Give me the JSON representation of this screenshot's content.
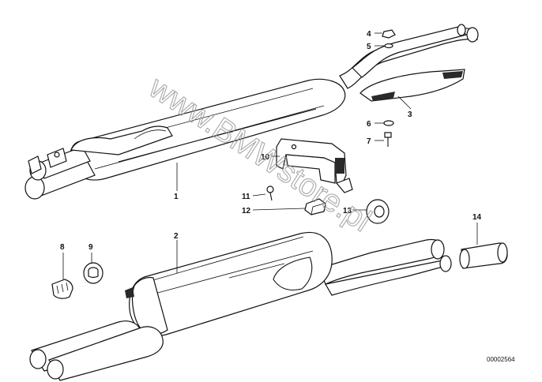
{
  "diagram": {
    "drawing_number": "00002564",
    "watermark": "www.BMWstore.pl",
    "callouts": [
      "1",
      "2",
      "3",
      "4",
      "5",
      "6",
      "7",
      "8",
      "9",
      "10",
      "11",
      "12",
      "13",
      "14"
    ]
  },
  "colors": {
    "line": "#111111",
    "background": "#ffffff",
    "watermark": "#9a9a9a"
  }
}
